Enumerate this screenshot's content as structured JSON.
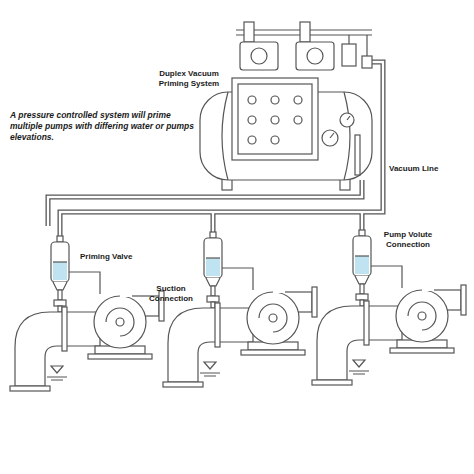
{
  "diagram": {
    "labels": [
      "Duplex Vacuum Priming System",
      "A pressure controlled system will prime multiple pumps with differing water or pumps elevations.",
      "Vacuum Line",
      "Priming Valve",
      "Suction Connection",
      "Pump Volute Connection"
    ]
  }
}
